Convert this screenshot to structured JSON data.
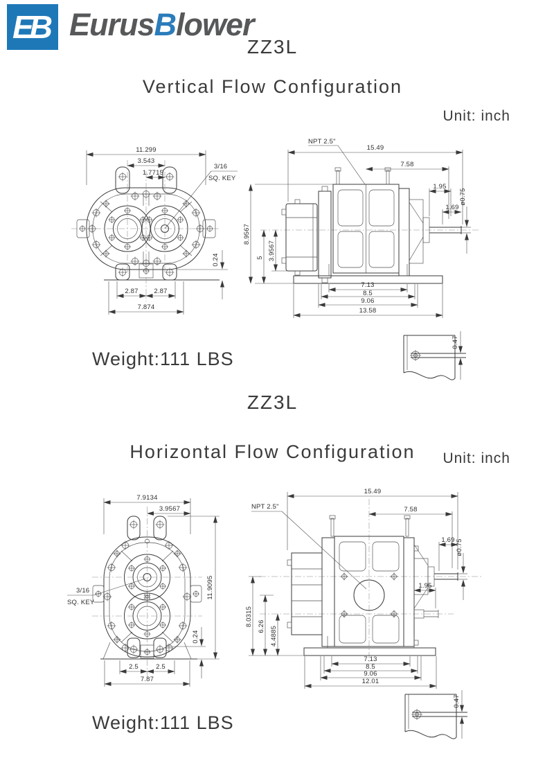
{
  "brand": {
    "monogram": "EB",
    "name_prefix": "Eurus",
    "name_accent": "B",
    "name_suffix": "lower"
  },
  "vertical": {
    "model": "ZZ3L",
    "heading": "Vertical Flow Configuration",
    "unit": "Unit:  inch",
    "weight_label": "Weight:",
    "weight_value": "111 LBS",
    "end_view": {
      "overall_width": "11.299",
      "bore_spacing": "3.543",
      "half_spacing": "1.7715",
      "key_note_1": "3/16",
      "key_note_2": "SQ. KEY",
      "foot_offset": "0.24",
      "foot_left": "2.87",
      "foot_right": "2.87",
      "foot_span": "7.874"
    },
    "side_view": {
      "port": "NPT 2.5\"",
      "overall_length": "15.49",
      "right_span": "7.58",
      "dim_195": "1.95",
      "dim_169": "1.69",
      "shaft_dia": "ø0.75",
      "overall_height": "8.9567",
      "center_height": "5",
      "gear_height": "3.9567",
      "base_a": "7.13",
      "base_b": "8.5",
      "base_c": "9.06",
      "base_d": "13.58"
    },
    "foot_detail": {
      "slot": "0.47"
    }
  },
  "horizontal": {
    "model": "ZZ3L",
    "heading": "Horizontal Flow Configuration",
    "unit": "Unit:  inch",
    "weight_label": "Weight:",
    "weight_value": "111 LBS",
    "end_view": {
      "overall_width": "7.9134",
      "half_width": "3.9567",
      "key_note_1": "3/16",
      "key_note_2": "SQ. KEY",
      "overall_height": "11.9095",
      "foot_offset": "0.24",
      "foot_left": "2.5",
      "foot_right": "2.5",
      "foot_span": "7.87"
    },
    "side_view": {
      "port": "NPT 2.5\"",
      "overall_length": "15.49",
      "right_span": "7.58",
      "dim_169": "1.69",
      "shaft_dia": "ø0.75",
      "dim_195": "1.95",
      "height_top": "8.0315",
      "height_mid": "6.26",
      "height_low": "4.4885",
      "base_a": "7.13",
      "base_b": "8.5",
      "base_c": "9.06",
      "base_d": "12.01"
    },
    "foot_detail": {
      "slot": "0.47"
    }
  }
}
